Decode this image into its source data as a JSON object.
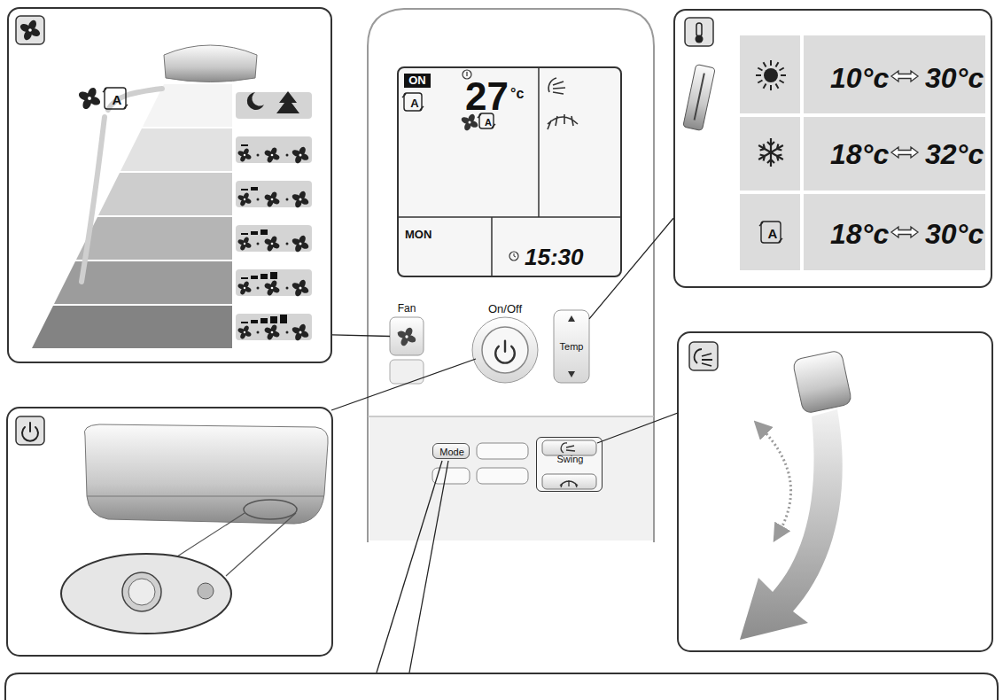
{
  "diagram": {
    "nodes": [
      {
        "text": [
          "A"
        ]
      },
      {
        "text": [
          "ON",
          "A",
          "27",
          "°c",
          "A",
          "MON",
          "15:30"
        ]
      },
      {
        "text": [
          "10°c",
          "30°c",
          "18°c",
          "32°c",
          "A",
          "18°c",
          "30°c"
        ]
      },
      {
        "text": [
          "Fan"
        ]
      },
      {
        "text": [
          "On/Off"
        ]
      },
      {
        "text": [
          "Temp"
        ]
      },
      {
        "text": [
          "Mode"
        ]
      },
      {
        "text": [
          "Swing"
        ]
      }
    ],
    "edges": [
      {
        "from": 3,
        "to": 0,
        "arrow": "none"
      },
      {
        "from": 5,
        "to": 2,
        "arrow": "none"
      }
    ]
  }
}
